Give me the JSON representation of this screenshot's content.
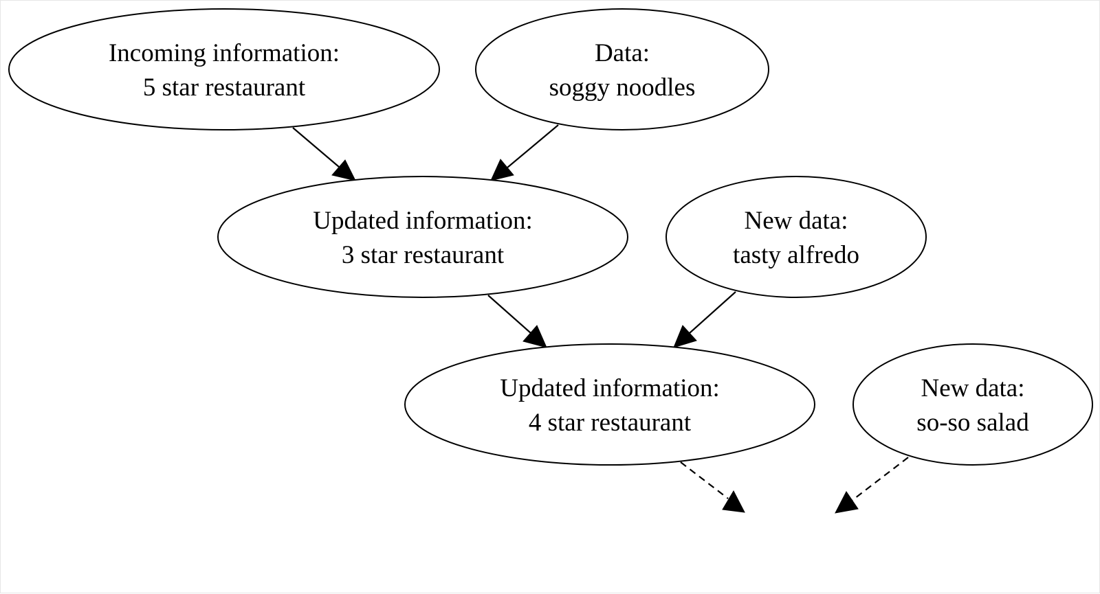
{
  "diagram": {
    "nodes": [
      {
        "id": "incoming",
        "line1": "Incoming information:",
        "line2": "5 star restaurant"
      },
      {
        "id": "data-soggy",
        "line1": "Data:",
        "line2": "soggy noodles"
      },
      {
        "id": "updated-3",
        "line1": "Updated information:",
        "line2": "3 star restaurant"
      },
      {
        "id": "new-alfredo",
        "line1": "New data:",
        "line2": "tasty alfredo"
      },
      {
        "id": "updated-4",
        "line1": "Updated information:",
        "line2": "4 star restaurant"
      },
      {
        "id": "new-salad",
        "line1": "New data:",
        "line2": "so-so salad"
      }
    ],
    "edges": [
      {
        "from": "incoming",
        "to": "updated-3",
        "style": "solid"
      },
      {
        "from": "data-soggy",
        "to": "updated-3",
        "style": "solid"
      },
      {
        "from": "updated-3",
        "to": "updated-4",
        "style": "solid"
      },
      {
        "from": "new-alfredo",
        "to": "updated-4",
        "style": "solid"
      },
      {
        "from": "updated-4",
        "to": "(unlabeled)",
        "style": "dashed"
      },
      {
        "from": "new-salad",
        "to": "(unlabeled)",
        "style": "dashed"
      }
    ]
  }
}
